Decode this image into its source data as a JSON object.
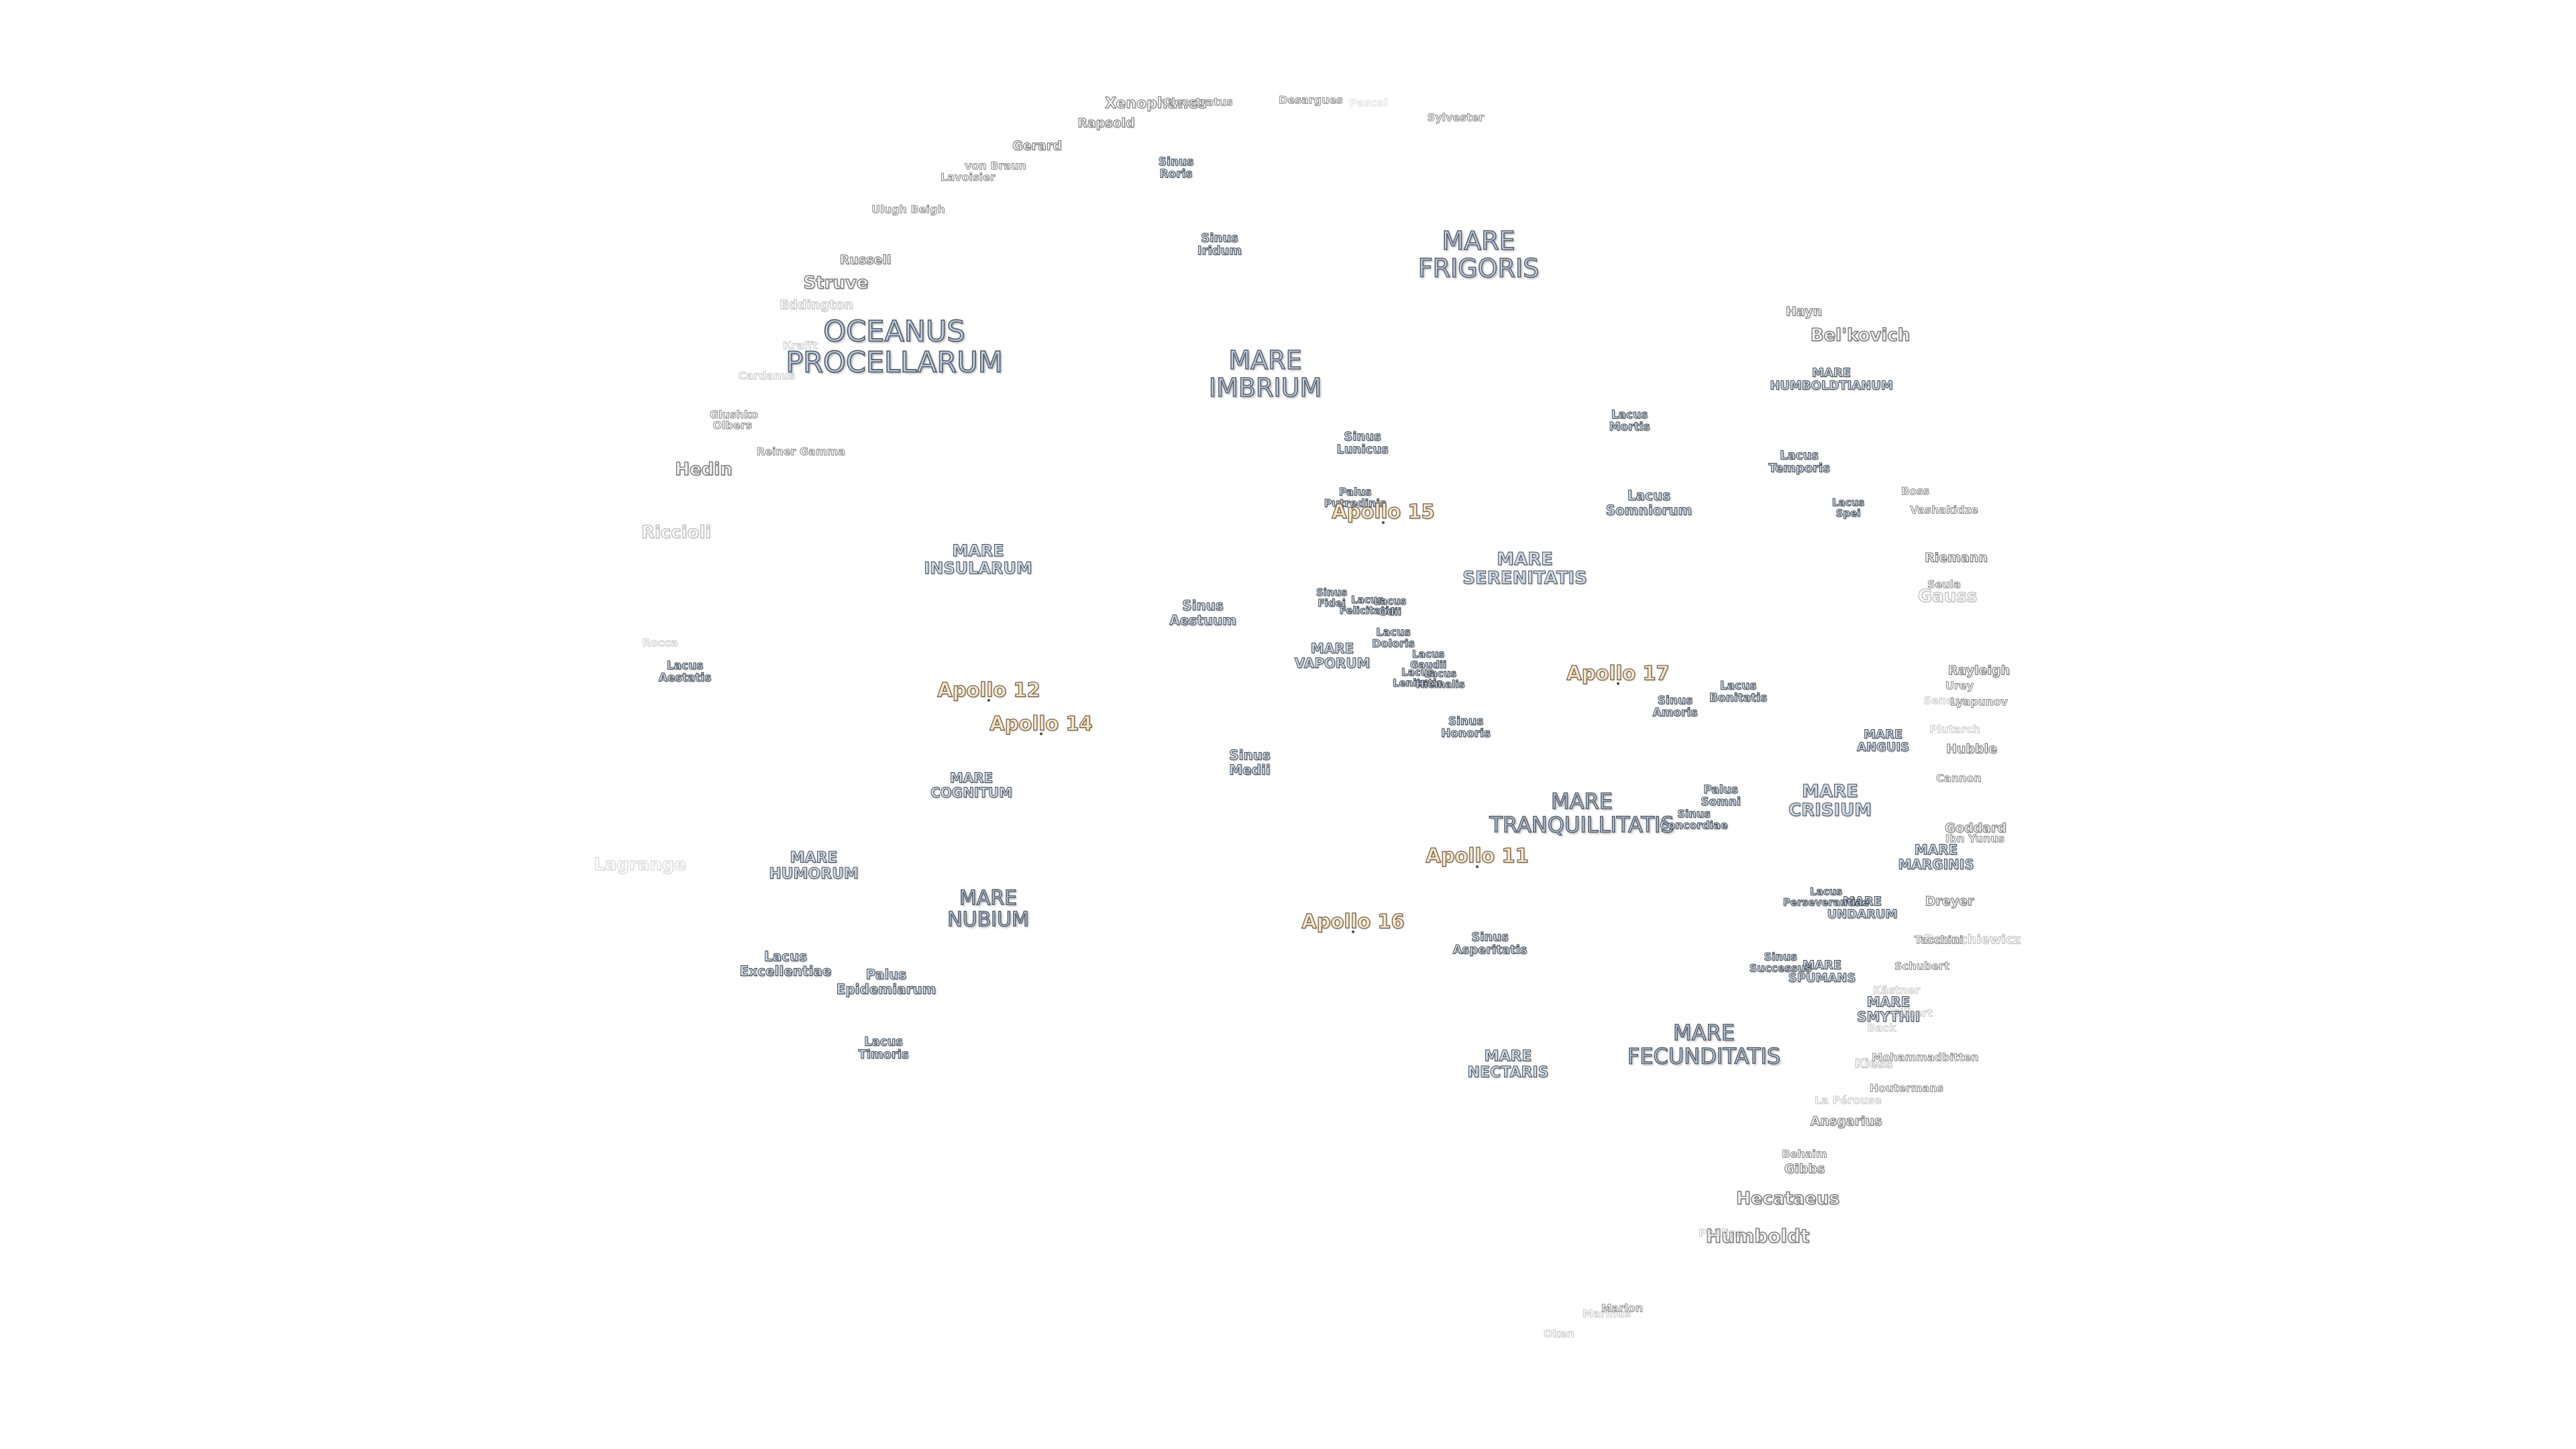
{
  "features": [
    {
      "id": "oceanus-procellarum",
      "type": "ocean",
      "name": "OCEANUS\nPROCELLARUM"
    },
    {
      "id": "mare-frigoris",
      "type": "mare",
      "name": "MARE\nFRIGORIS"
    },
    {
      "id": "mare-imbrium",
      "type": "mare",
      "name": "MARE\nIMBRIUM"
    },
    {
      "id": "mare-insularum",
      "type": "mare-small",
      "name": "MARE\nINSULARUM"
    },
    {
      "id": "mare-serenitatis",
      "type": "mare-small",
      "name": "MARE\nSERENITATIS"
    },
    {
      "id": "mare-tranquillitatis",
      "type": "mare",
      "name": "MARE\nTRANQUILLITATIS"
    },
    {
      "id": "mare-crisium",
      "type": "mare-small",
      "name": "MARE\nCRISIUM"
    },
    {
      "id": "mare-fecunditatis",
      "type": "mare",
      "name": "MARE\nFECUNDITATIS"
    },
    {
      "id": "mare-nectaris",
      "type": "mare-small",
      "name": "MARE\nNECTARIS"
    },
    {
      "id": "mare-nubium",
      "type": "mare",
      "name": "MARE\nNUBIUM"
    },
    {
      "id": "mare-humorum",
      "type": "mare-small",
      "name": "MARE\nHUMORUM"
    },
    {
      "id": "mare-cognitum",
      "type": "mare-small",
      "name": "MARE\nCOGNITUM"
    },
    {
      "id": "mare-vaporum",
      "type": "mare-small",
      "name": "MARE\nVAPORUM"
    },
    {
      "id": "mare-humboldtianum",
      "type": "mare-small",
      "name": "MARE\nHUMBOLDTIANUM"
    },
    {
      "id": "mare-anguis",
      "type": "mare-small",
      "name": "MARE\nANGUIS"
    },
    {
      "id": "mare-marginis",
      "type": "mare-small",
      "name": "MARE\nMARGINIS"
    },
    {
      "id": "mare-undarum",
      "type": "mare-small",
      "name": "MARE\nUNDARUM"
    },
    {
      "id": "mare-spumans",
      "type": "mare-small",
      "name": "MARE\nSPUMANS"
    },
    {
      "id": "mare-smythii",
      "type": "mare-small",
      "name": "MARE\nSMYTHII"
    },
    {
      "id": "sinus-roris",
      "type": "mare-small",
      "name": "Sinus\nRoris"
    },
    {
      "id": "sinus-iridum",
      "type": "mare-small",
      "name": "Sinus\nIridum"
    },
    {
      "id": "sinus-lunicus",
      "type": "mare-small",
      "name": "Sinus\nLunicus"
    },
    {
      "id": "sinus-aestuum",
      "type": "mare-small",
      "name": "Sinus\nAestuum"
    },
    {
      "id": "sinus-medii",
      "type": "mare-small",
      "name": "Sinus\nMedii"
    },
    {
      "id": "sinus-fidei",
      "type": "mare-small",
      "name": "Sinus\nFidei"
    },
    {
      "id": "sinus-honoris",
      "type": "mare-small",
      "name": "Sinus\nHonoris"
    },
    {
      "id": "sinus-amoris",
      "type": "mare-small",
      "name": "Sinus\nAmoris"
    },
    {
      "id": "sinus-concordiae",
      "type": "mare-small",
      "name": "Sinus\nConcordiae"
    },
    {
      "id": "sinus-asperitatis",
      "type": "mare-small",
      "name": "Sinus\nAsperitatis"
    },
    {
      "id": "sinus-successus",
      "type": "mare-small",
      "name": "Sinus\nSuccessus"
    },
    {
      "id": "lacus-mortis",
      "type": "mare-small",
      "name": "Lacus\nMortis"
    },
    {
      "id": "lacus-somniorum",
      "type": "mare-small",
      "name": "Lacus\nSomniorum"
    },
    {
      "id": "lacus-temporis",
      "type": "mare-small",
      "name": "Lacus\nTemporis"
    },
    {
      "id": "lacus-spei",
      "type": "mare-small",
      "name": "Lacus\nSpei"
    },
    {
      "id": "lacus-felicitatis",
      "type": "mare-small",
      "name": "Lacus\nFelicitatis"
    },
    {
      "id": "lacus-odii",
      "type": "mare-small",
      "name": "Lacus\nOdii"
    },
    {
      "id": "lacus-doloris",
      "type": "mare-small",
      "name": "Lacus\nDoloris"
    },
    {
      "id": "lacus-gaudii",
      "type": "mare-small",
      "name": "Lacus\nGaudii"
    },
    {
      "id": "lacus-lenitatis",
      "type": "mare-small",
      "name": "Lacus\nLenitatis"
    },
    {
      "id": "lacus-hiemalis",
      "type": "mare-small",
      "name": "Lacus\nHiemalis"
    },
    {
      "id": "lacus-bonitatis",
      "type": "mare-small",
      "name": "Lacus\nBonitatis"
    },
    {
      "id": "lacus-perseverantiae",
      "type": "mare-small",
      "name": "Lacus\nPerseverantiae"
    },
    {
      "id": "lacus-excellentiae",
      "type": "mare-small",
      "name": "Lacus\nExcellentiae"
    },
    {
      "id": "lacus-timoris",
      "type": "mare-small",
      "name": "Lacus\nTimoris"
    },
    {
      "id": "lacus-aestatis",
      "type": "mare-small",
      "name": "Lacus\nAestatis"
    },
    {
      "id": "palus-putredinis",
      "type": "mare-small",
      "name": "Palus\nPutredinis"
    },
    {
      "id": "palus-somni",
      "type": "mare-small",
      "name": "Palus\nSomni"
    },
    {
      "id": "palus-epidemiarum",
      "type": "mare-small",
      "name": "Palus\nEpidemiarum"
    },
    {
      "id": "apollo-11",
      "type": "apollo",
      "name": "Apollo 11"
    },
    {
      "id": "apollo-12",
      "type": "apollo",
      "name": "Apollo 12"
    },
    {
      "id": "apollo-14",
      "type": "apollo",
      "name": "Apollo 14"
    },
    {
      "id": "apollo-15",
      "type": "apollo",
      "name": "Apollo 15"
    },
    {
      "id": "apollo-16",
      "type": "apollo",
      "name": "Apollo 16"
    },
    {
      "id": "apollo-17",
      "type": "apollo",
      "name": "Apollo 17"
    },
    {
      "id": "xenophanes",
      "type": "crater",
      "name": "Xenophanes"
    },
    {
      "id": "cleostratus",
      "type": "crater",
      "name": "Cleostratus"
    },
    {
      "id": "desargues",
      "type": "crater",
      "name": "Desargues"
    },
    {
      "id": "pascal",
      "type": "crater",
      "name": "Pascal"
    },
    {
      "id": "sylvester",
      "type": "crater",
      "name": "Sylvester"
    },
    {
      "id": "rapsold",
      "type": "crater",
      "name": "Rapsold"
    },
    {
      "id": "gerard",
      "type": "crater",
      "name": "Gerard"
    },
    {
      "id": "von-braun",
      "type": "crater",
      "name": "von Braun"
    },
    {
      "id": "lavoisier",
      "type": "crater",
      "name": "Lavoisier"
    },
    {
      "id": "ulugh-beigh",
      "type": "crater",
      "name": "Ulugh Beigh"
    },
    {
      "id": "russell",
      "type": "crater",
      "name": "Russell"
    },
    {
      "id": "struve",
      "type": "crater",
      "name": "Struve"
    },
    {
      "id": "eddington",
      "type": "crater",
      "name": "Eddington"
    },
    {
      "id": "krafft",
      "type": "crater",
      "name": "Krafft"
    },
    {
      "id": "cardanus",
      "type": "crater",
      "name": "Cardanus"
    },
    {
      "id": "glushko",
      "type": "crater",
      "name": "Glushko"
    },
    {
      "id": "olbers",
      "type": "crater",
      "name": "Olbers"
    },
    {
      "id": "reiner-gamma",
      "type": "crater",
      "name": "Reiner Gamma"
    },
    {
      "id": "hedin",
      "type": "crater",
      "name": "Hedin"
    },
    {
      "id": "riccioli",
      "type": "crater",
      "name": "Riccioli"
    },
    {
      "id": "rocca",
      "type": "crater",
      "name": "Rocca"
    },
    {
      "id": "lagrange",
      "type": "crater",
      "name": "Lagrange"
    },
    {
      "id": "hayn",
      "type": "crater",
      "name": "Hayn"
    },
    {
      "id": "belkovich",
      "type": "crater",
      "name": "Bel'kovich"
    },
    {
      "id": "boss",
      "type": "crater",
      "name": "Boss"
    },
    {
      "id": "vashakidze",
      "type": "crater",
      "name": "Vashakidze"
    },
    {
      "id": "riemann",
      "type": "crater",
      "name": "Riemann"
    },
    {
      "id": "seula",
      "type": "crater",
      "name": "Seula"
    },
    {
      "id": "gauss",
      "type": "crater",
      "name": "Gauss"
    },
    {
      "id": "rayleigh",
      "type": "crater",
      "name": "Rayleigh"
    },
    {
      "id": "urey",
      "type": "crater",
      "name": "Urey"
    },
    {
      "id": "lyapunov",
      "type": "crater",
      "name": "Lyapunov"
    },
    {
      "id": "seneca",
      "type": "crater",
      "name": "Seneca"
    },
    {
      "id": "plutarch",
      "type": "crater",
      "name": "Plutarch"
    },
    {
      "id": "hubble",
      "type": "crater",
      "name": "Hubble"
    },
    {
      "id": "cannon",
      "type": "crater",
      "name": "Cannon"
    },
    {
      "id": "goddard",
      "type": "crater",
      "name": "Goddard"
    },
    {
      "id": "ibn-yunus",
      "type": "crater",
      "name": "Ibn Yunus"
    },
    {
      "id": "dreyer",
      "type": "crater",
      "name": "Dreyer"
    },
    {
      "id": "banachiewicz",
      "type": "crater",
      "name": "Banachiewicz"
    },
    {
      "id": "tacchini",
      "type": "crater",
      "name": "Tacchini"
    },
    {
      "id": "schubert",
      "type": "crater",
      "name": "Schubert"
    },
    {
      "id": "kastner",
      "type": "crater",
      "name": "Kästner"
    },
    {
      "id": "gilbert",
      "type": "crater",
      "name": "Gilbert"
    },
    {
      "id": "back",
      "type": "crater",
      "name": "Back"
    },
    {
      "id": "kiess",
      "type": "crater",
      "name": "Kiess"
    },
    {
      "id": "mohammadbitten",
      "type": "crater",
      "name": "Mohammadbitten"
    },
    {
      "id": "houtermans",
      "type": "crater",
      "name": "Houtermans"
    },
    {
      "id": "la-perouse",
      "type": "crater",
      "name": "La Pérouse"
    },
    {
      "id": "ansgarius",
      "type": "crater",
      "name": "Ansgarius"
    },
    {
      "id": "behaim",
      "type": "crater",
      "name": "Behaim"
    },
    {
      "id": "gibbs",
      "type": "crater",
      "name": "Gibbs"
    },
    {
      "id": "hecataeus",
      "type": "crater",
      "name": "Hecataeus"
    },
    {
      "id": "humboldt",
      "type": "crater",
      "name": "Humboldt"
    },
    {
      "id": "phillips",
      "type": "crater",
      "name": "Phillips"
    },
    {
      "id": "marinus",
      "type": "crater",
      "name": "Marinus"
    },
    {
      "id": "marlon",
      "type": "crater",
      "name": "Marlon"
    },
    {
      "id": "oken",
      "type": "crater",
      "name": "Oken"
    }
  ]
}
